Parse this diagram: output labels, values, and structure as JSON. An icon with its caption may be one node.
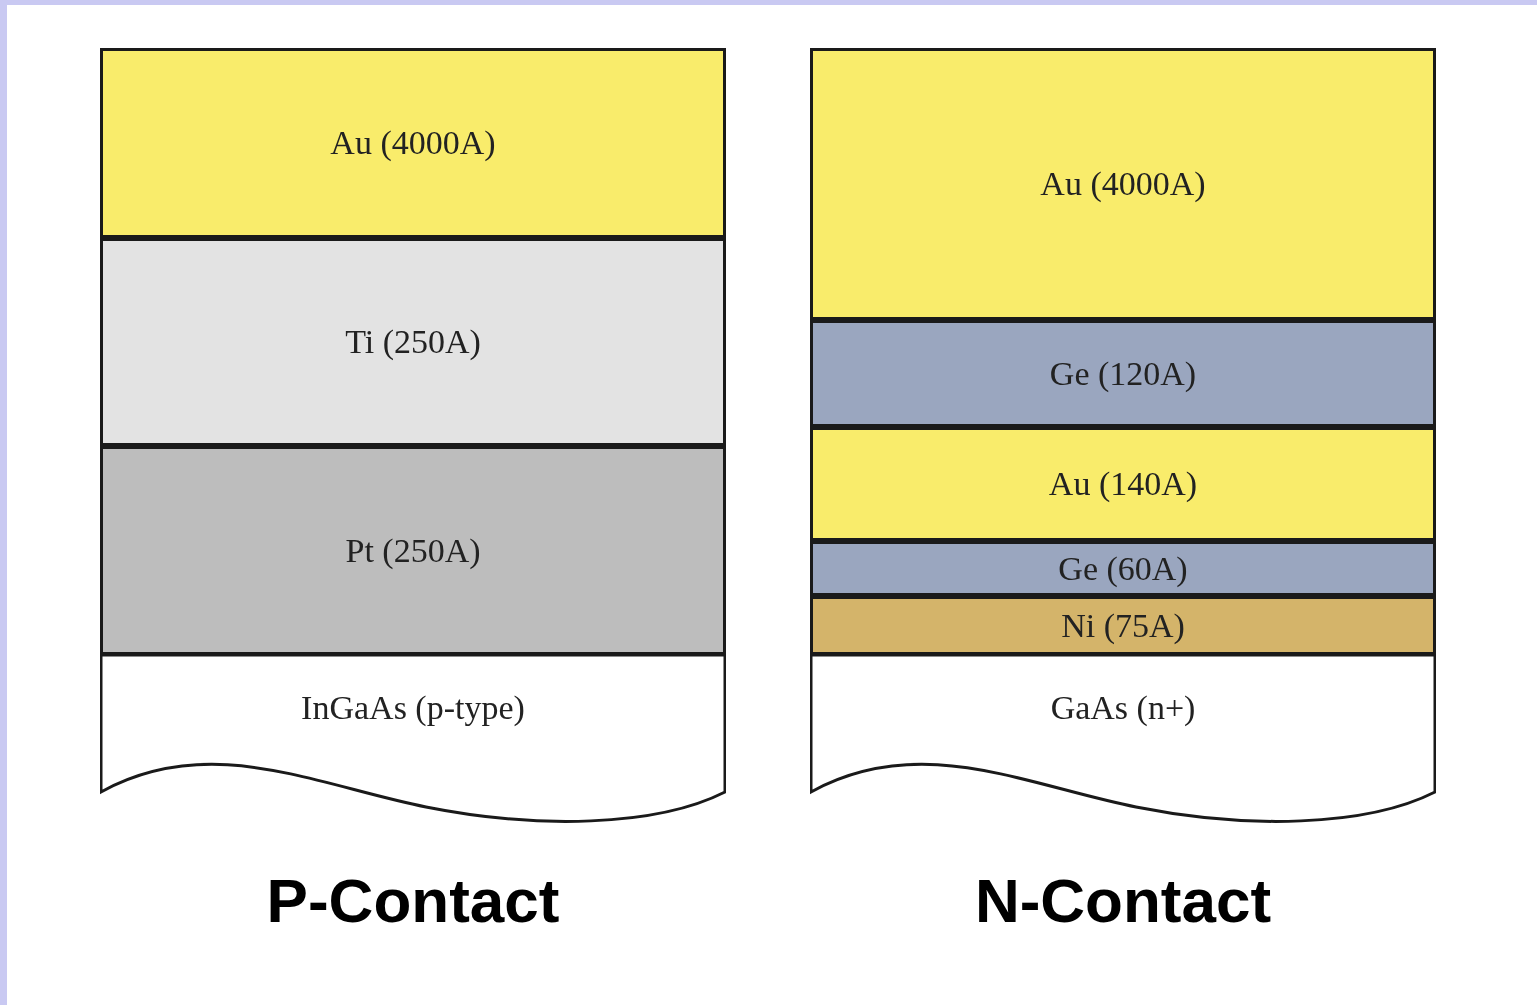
{
  "diagram": {
    "nodes": [
      {
        "text": [
          "Au (4000A)"
        ]
      },
      {
        "text": [
          "Ti (250A)"
        ]
      },
      {
        "text": [
          "Pt (250A)"
        ]
      },
      {
        "text": [
          "InGaAs (p-type)"
        ]
      },
      {
        "text": [
          "Au (4000A)"
        ]
      },
      {
        "text": [
          "Ge (120A)"
        ]
      },
      {
        "text": [
          "Au (140A)"
        ]
      },
      {
        "text": [
          "Ge (60A)"
        ]
      },
      {
        "text": [
          "Ni (75A)"
        ]
      },
      {
        "text": [
          "GaAs (n+)"
        ]
      }
    ],
    "labels": [
      "P-Contact",
      "N-Contact"
    ]
  }
}
